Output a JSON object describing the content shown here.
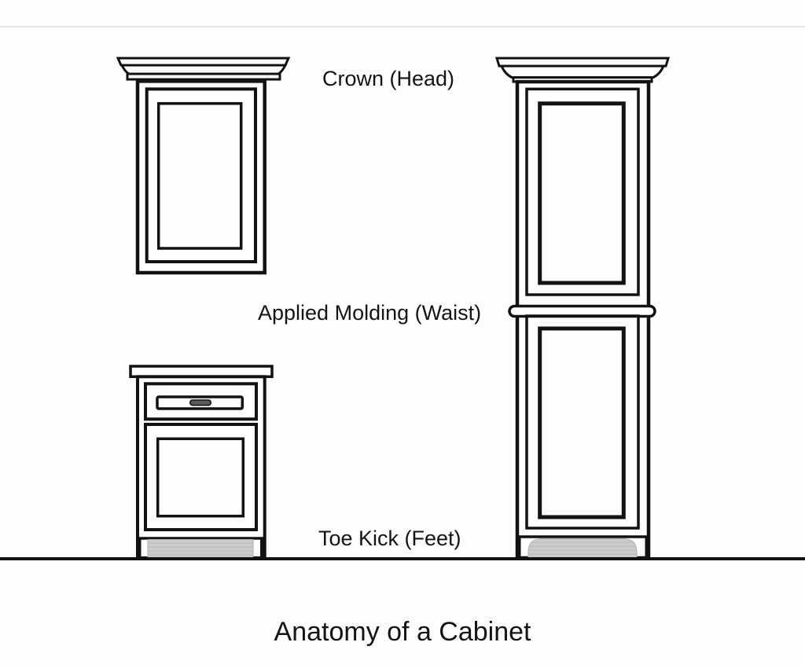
{
  "title": "Anatomy of a Cabinet",
  "labels": {
    "crown": "Crown (Head)",
    "applied_molding": "Applied Molding (Waist)",
    "toe_kick": "Toe Kick (Feet)"
  },
  "diagram": {
    "cabinets": [
      {
        "id": "wall-cabinet",
        "part_shown": "crown molding at head"
      },
      {
        "id": "base-cabinet",
        "part_shown": "toe kick at feet, drawer with handle"
      },
      {
        "id": "tall-cabinet",
        "part_shown": "crown, applied molding at waist, toe kick at feet"
      }
    ],
    "colors": {
      "line": "#121212",
      "toe_kick_fill": "#c5c5c5",
      "background": "#fdfdfd",
      "handle_fill": "#5a5a5a"
    }
  }
}
